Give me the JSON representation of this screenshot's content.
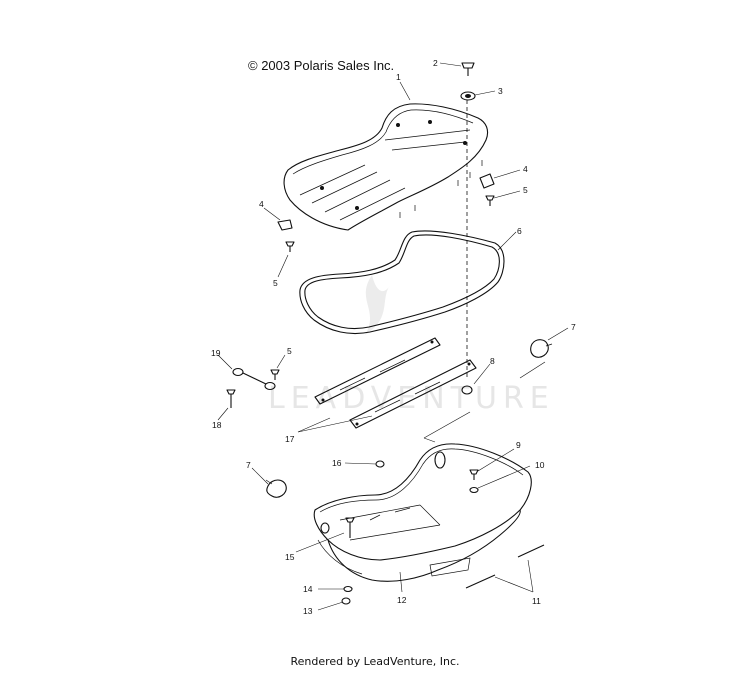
{
  "header": {
    "copyright": "© 2003 Polaris Sales Inc."
  },
  "footer": {
    "rendered_by": "Rendered by LeadVenture, Inc."
  },
  "watermark": {
    "text": "LEADVENTURE",
    "color": "#e6e6e6"
  },
  "callouts": [
    {
      "id": "c1",
      "label": "1"
    },
    {
      "id": "c2",
      "label": "2"
    },
    {
      "id": "c3",
      "label": "3"
    },
    {
      "id": "c4a",
      "label": "4"
    },
    {
      "id": "c4b",
      "label": "4"
    },
    {
      "id": "c5a",
      "label": "5"
    },
    {
      "id": "c5b",
      "label": "5"
    },
    {
      "id": "c5c",
      "label": "5"
    },
    {
      "id": "c6",
      "label": "6"
    },
    {
      "id": "c7a",
      "label": "7"
    },
    {
      "id": "c7b",
      "label": "7"
    },
    {
      "id": "c8",
      "label": "8"
    },
    {
      "id": "c9",
      "label": "9"
    },
    {
      "id": "c10",
      "label": "10"
    },
    {
      "id": "c11",
      "label": "11"
    },
    {
      "id": "c12",
      "label": "12"
    },
    {
      "id": "c13",
      "label": "13"
    },
    {
      "id": "c14",
      "label": "14"
    },
    {
      "id": "c15",
      "label": "15"
    },
    {
      "id": "c16",
      "label": "16"
    },
    {
      "id": "c17",
      "label": "17"
    },
    {
      "id": "c18",
      "label": "18"
    },
    {
      "id": "c19",
      "label": "19"
    }
  ]
}
